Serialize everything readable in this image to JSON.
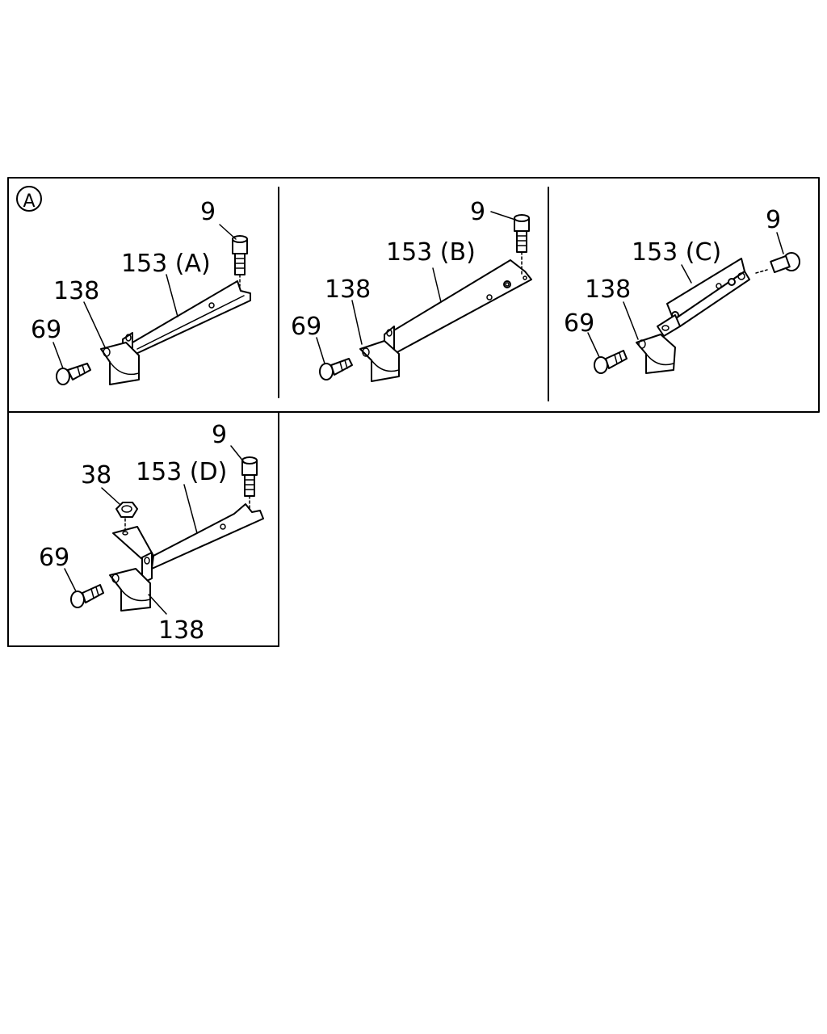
{
  "diagram": {
    "section_marker": "A",
    "panels": [
      {
        "id": "A",
        "labels": {
          "bolt_top": "9",
          "bracket": "153 (A)",
          "clamp": "138",
          "bolt_side": "69"
        }
      },
      {
        "id": "B",
        "labels": {
          "bolt_top": "9",
          "bracket": "153 (B)",
          "clamp": "138",
          "bolt_side": "69"
        }
      },
      {
        "id": "C",
        "labels": {
          "bolt_top": "9",
          "bracket": "153 (C)",
          "clamp": "138",
          "bolt_side": "69"
        }
      },
      {
        "id": "D",
        "labels": {
          "bolt_top": "9",
          "nut": "38",
          "bracket": "153 (D)",
          "bolt_side": "69",
          "clamp": "138"
        }
      }
    ]
  }
}
